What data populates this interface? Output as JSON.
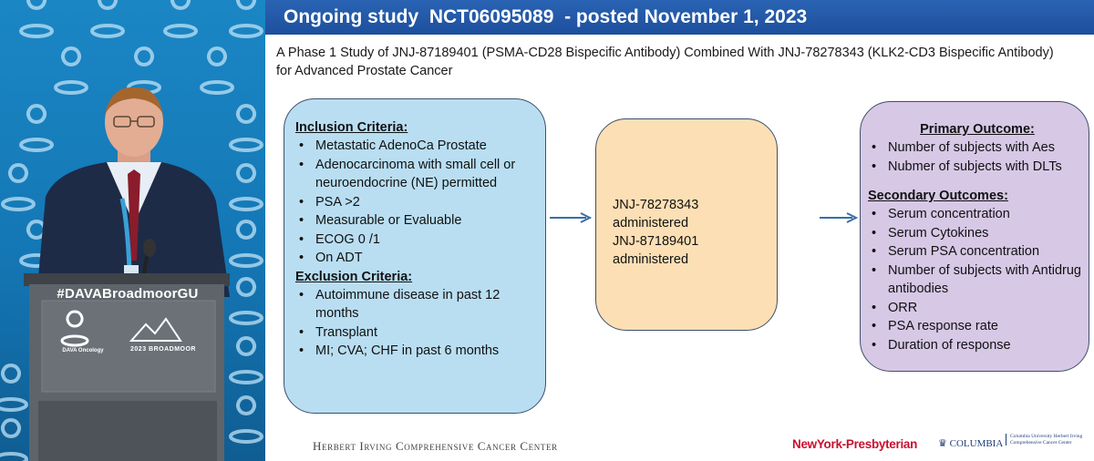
{
  "video": {
    "podium_label": "#DAVABroadmoorGU",
    "podium_org": "DAVA Oncology",
    "podium_event": "2023 BROADMOOR"
  },
  "slide": {
    "header": "Ongoing study  NCT06095089  - posted November 1, 2023",
    "study_title": "A Phase 1 Study of JNJ-87189401 (PSMA-CD28 Bispecific Antibody) Combined With JNJ-78278343 (KLK2-CD3 Bispecific Antibody) for Advanced Prostate Cancer",
    "inclusion_heading": "Inclusion Criteria:",
    "inclusion": [
      "Metastatic AdenoCa  Prostate",
      "Adenocarcinoma with small cell or neuroendocrine (NE) permitted",
      "PSA >2",
      "Measurable or Evaluable",
      "ECOG  0 /1",
      "On ADT"
    ],
    "exclusion_heading": "Exclusion Criteria:",
    "exclusion": [
      "Autoimmune disease in past 12 months",
      "Transplant",
      "MI; CVA; CHF in past 6 months"
    ],
    "intervention": [
      "JNJ-78278343 administered",
      "JNJ-87189401 administered"
    ],
    "primary_heading": "Primary Outcome:",
    "primary": [
      "Number of subjects with Aes",
      "Nubmer of subjects with DLTs"
    ],
    "secondary_heading": "Secondary Outcomes:",
    "secondary": [
      "Serum concentration",
      "Serum Cytokines",
      "Serum PSA concentration",
      "Number of subjects with Antidrug antibodies",
      "ORR",
      "PSA response rate",
      "Duration of response"
    ],
    "footer_left": "Herbert Irving Comprehensive Cancer Center",
    "footer_nyp": "NewYork-Presbyterian",
    "footer_columbia": "COLUMBIA",
    "footer_cu_small": "Columbia University Herbert Irving Comprehensive Cancer Center"
  },
  "colors": {
    "header_bg": "#1d4f9c",
    "criteria_box": "#b9def2",
    "intervention_box": "#fcdfb4",
    "outcomes_box": "#d7c8e6",
    "arrow": "#3a6ea5"
  }
}
